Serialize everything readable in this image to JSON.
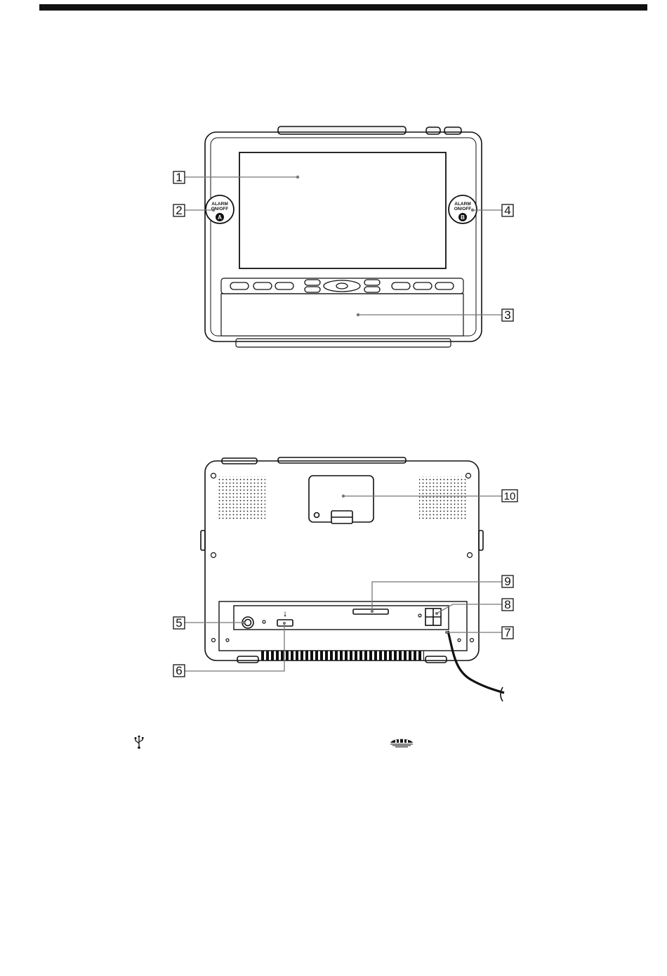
{
  "front_view": {
    "alarm_a_lines": [
      "ALARM",
      "ON/OFF"
    ],
    "alarm_a_letter": "A",
    "alarm_b_lines": [
      "ALARM",
      "ON/OFF"
    ],
    "alarm_b_letter": "B",
    "callouts": [
      "1",
      "2",
      "3",
      "4"
    ]
  },
  "rear_view": {
    "callouts": [
      "5",
      "6",
      "7",
      "8",
      "9",
      "10"
    ]
  },
  "icons": {
    "usb": "usb-icon",
    "memory_stick": "memory-stick-icon"
  }
}
